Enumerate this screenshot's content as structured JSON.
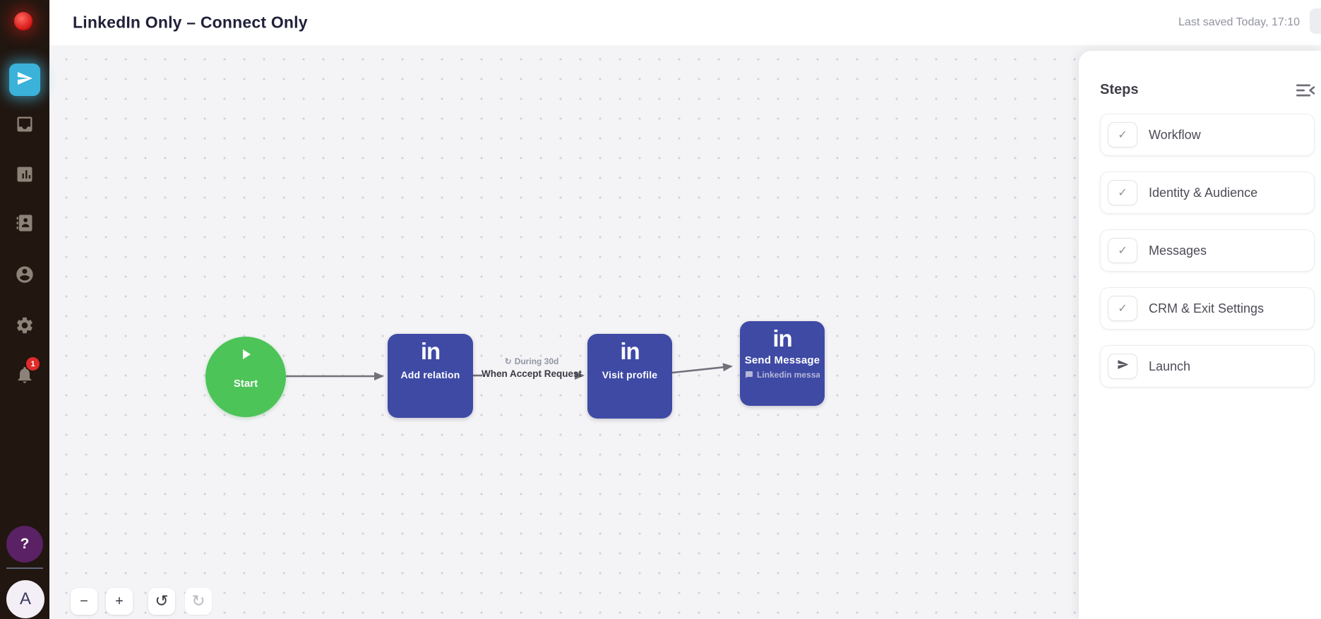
{
  "header": {
    "title": "LinkedIn Only – Connect Only",
    "last_saved": "Last saved Today, 17:10"
  },
  "sidebar": {
    "notification_count": "1",
    "help_label": "?",
    "avatar_initial": "A"
  },
  "workflow": {
    "nodes": [
      {
        "id": "start",
        "type": "start",
        "label": "Start"
      },
      {
        "id": "add-relation",
        "logo": "in",
        "label": "Add relation"
      },
      {
        "id": "visit-profile",
        "logo": "in",
        "label": "Visit profile"
      },
      {
        "id": "send-message",
        "logo": "in",
        "label": "Send Message",
        "subtitle": "Linkedin messa…"
      }
    ],
    "edge_label": {
      "icon_glyph": "↻",
      "duration": "During 30d",
      "condition": "When Accept Request"
    }
  },
  "canvas_controls": {
    "zoom_out_glyph": "−",
    "zoom_in_glyph": "+",
    "undo_glyph": "↺",
    "redo_glyph": "↻"
  },
  "steps_panel": {
    "title": "Steps",
    "items": [
      {
        "label": "Workflow",
        "icon": "check"
      },
      {
        "label": "Identity & Audience",
        "icon": "check"
      },
      {
        "label": "Messages",
        "icon": "check"
      },
      {
        "label": "CRM & Exit Settings",
        "icon": "check"
      },
      {
        "label": "Launch",
        "icon": "paper-plane"
      }
    ]
  },
  "colors": {
    "sidebar_bg": "#211610",
    "accent_blue": "#3ab2da",
    "node_purple": "#3f4aa5",
    "start_green": "#4cc457",
    "badge_red": "#e02b2b",
    "help_purple": "#5a2164",
    "canvas_bg": "#f4f4f6",
    "edge_gray": "#71717b"
  }
}
